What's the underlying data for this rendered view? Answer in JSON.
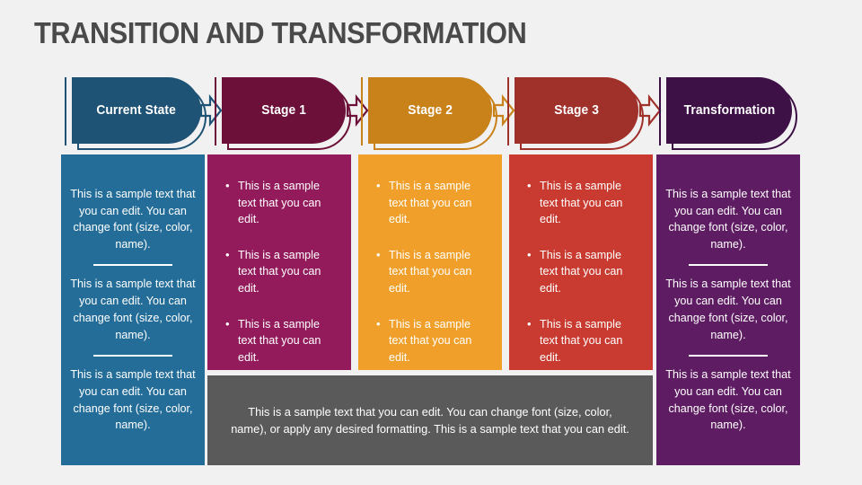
{
  "slide": {
    "title": "TRANSITION AND TRANSFORMATION",
    "background_color": "#F1F1F1",
    "title_color": "#4A4A4A"
  },
  "columns": [
    {
      "key": "current-state",
      "header_label": "Current State",
      "header_color": "#1F5375",
      "body_color": "#246D99",
      "body_style": "centered",
      "paragraphs": [
        "This is a sample text that you can edit. You can change font (size, color, name).",
        "This is a sample text that you can edit. You can change font (size, color, name).",
        "This is a sample text that you can edit. You can change font (size, color, name)."
      ],
      "arrow_after": true,
      "arrow_color": "#1F5375"
    },
    {
      "key": "stage-1",
      "header_label": "Stage 1",
      "header_color": "#6D1039",
      "body_color": "#931B5C",
      "body_style": "bullets",
      "bullets": [
        "This is a sample text that you can edit.",
        "This is a sample text that you can edit.",
        "This is a sample text that you can edit."
      ],
      "arrow_after": true,
      "arrow_color": "#6D1039"
    },
    {
      "key": "stage-2",
      "header_label": "Stage 2",
      "header_color": "#C9811A",
      "body_color": "#F0A02A",
      "body_style": "bullets",
      "bullets": [
        "This is a sample text that you can edit.",
        "This is a sample text that you can edit.",
        "This is a sample text that you can edit."
      ],
      "arrow_after": true,
      "arrow_color": "#C9811A"
    },
    {
      "key": "stage-3",
      "header_label": "Stage 3",
      "header_color": "#A0302A",
      "body_color": "#C93B30",
      "body_style": "bullets",
      "bullets": [
        "This is a sample text that you can edit.",
        "This is a sample text that you can edit.",
        "This is a sample text that you can edit."
      ],
      "arrow_after": true,
      "arrow_color": "#A0302A"
    },
    {
      "key": "transformation",
      "header_label": "Transformation",
      "header_color": "#3D1046",
      "body_color": "#5E1C62",
      "body_style": "centered",
      "paragraphs": [
        "This is a sample text that you can edit. You can change font (size, color, name).",
        "This is a sample text that you can edit. You can change font (size, color, name).",
        "This is a sample text that you can edit. You can change font (size, color, name)."
      ],
      "arrow_after": false,
      "arrow_color": ""
    }
  ],
  "footer": {
    "text": "This is a sample text that you can edit. You can change font (size, color, name), or apply any desired formatting. This is a sample text that you can edit.",
    "background_color": "#5A5A5A"
  },
  "icons": {
    "flow_arrow": "arrow-right-icon",
    "bullet": "bullet-dot-icon"
  }
}
